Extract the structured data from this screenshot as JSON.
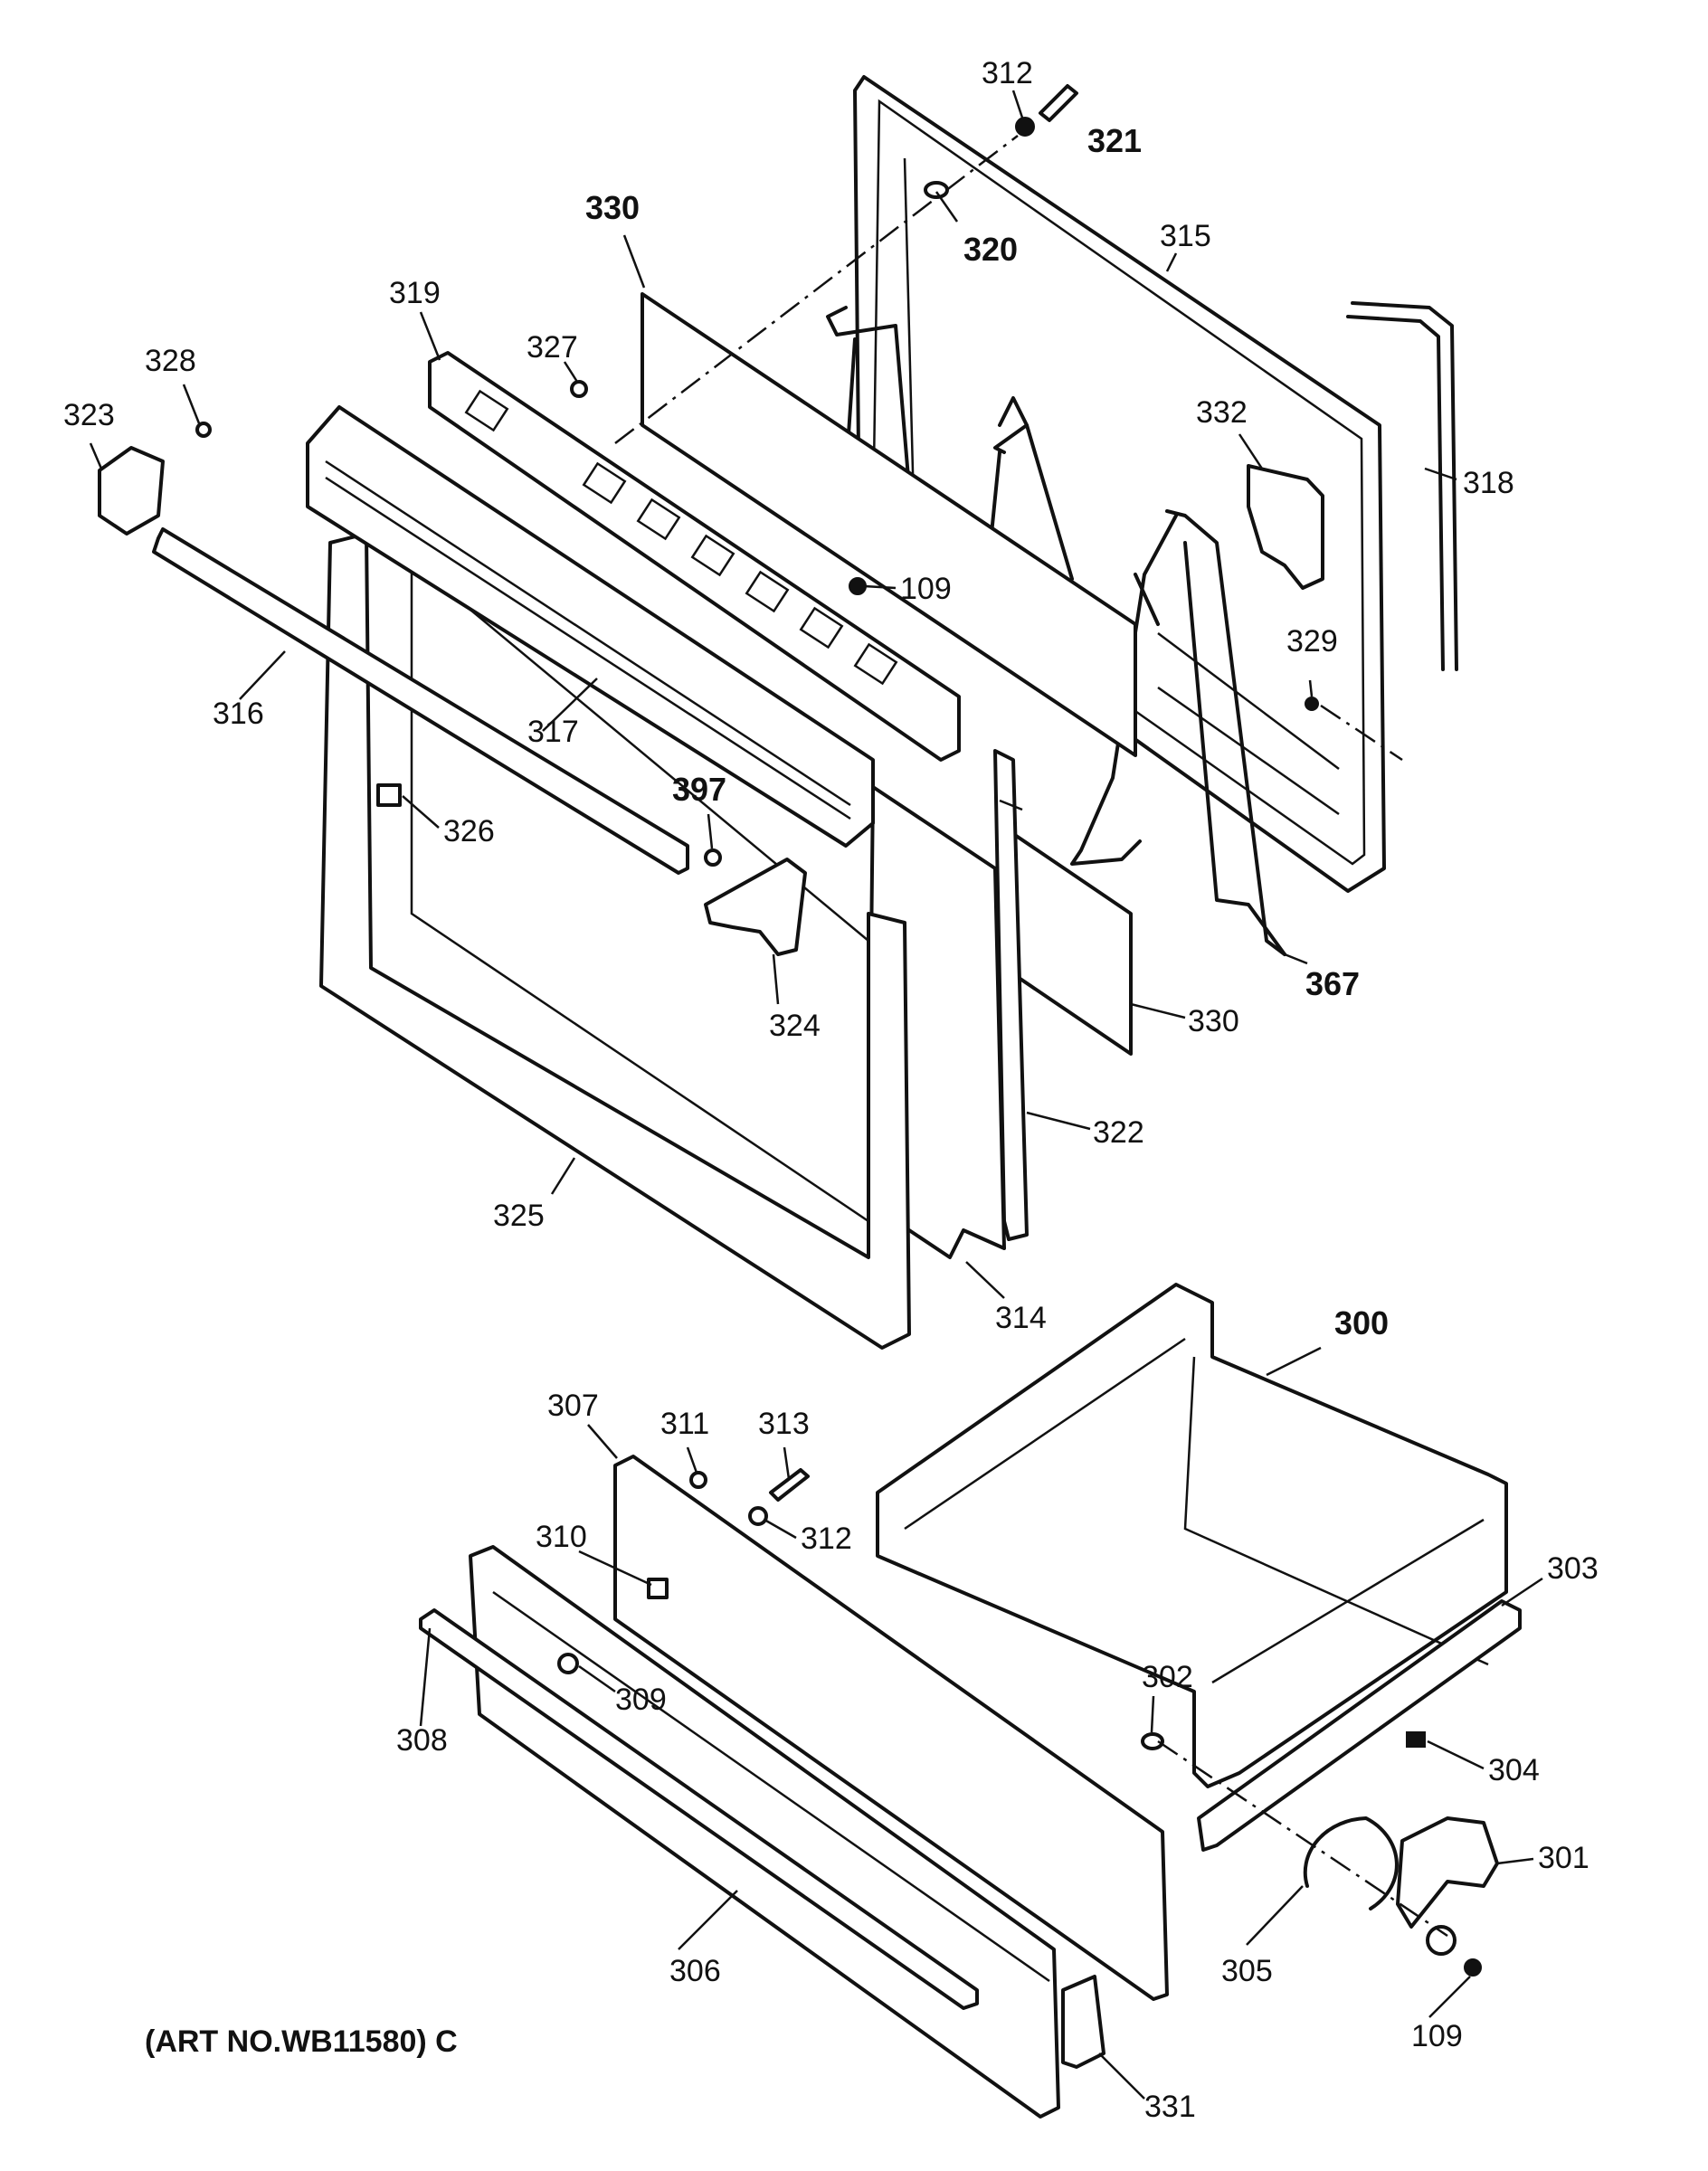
{
  "callouts": {
    "c312a": "312",
    "c321": "321",
    "c320": "320",
    "c330a": "330",
    "c315": "315",
    "c319": "319",
    "c327": "327",
    "c328": "328",
    "c323": "323",
    "c332": "332",
    "c318": "318",
    "c109a": "109",
    "c329": "329",
    "c316": "316",
    "c317": "317",
    "c397": "397",
    "c326": "326",
    "c324": "324",
    "c367": "367",
    "c330b": "330",
    "c322": "322",
    "c325": "325",
    "c314": "314",
    "c300": "300",
    "c307": "307",
    "c311": "311",
    "c313": "313",
    "c312b": "312",
    "c310": "310",
    "c303": "303",
    "c309": "309",
    "c302": "302",
    "c308": "308",
    "c304": "304",
    "c301": "301",
    "c306": "306",
    "c305": "305",
    "c109b": "109",
    "c331": "331"
  },
  "art_note": "(ART NO.WB11580) C"
}
